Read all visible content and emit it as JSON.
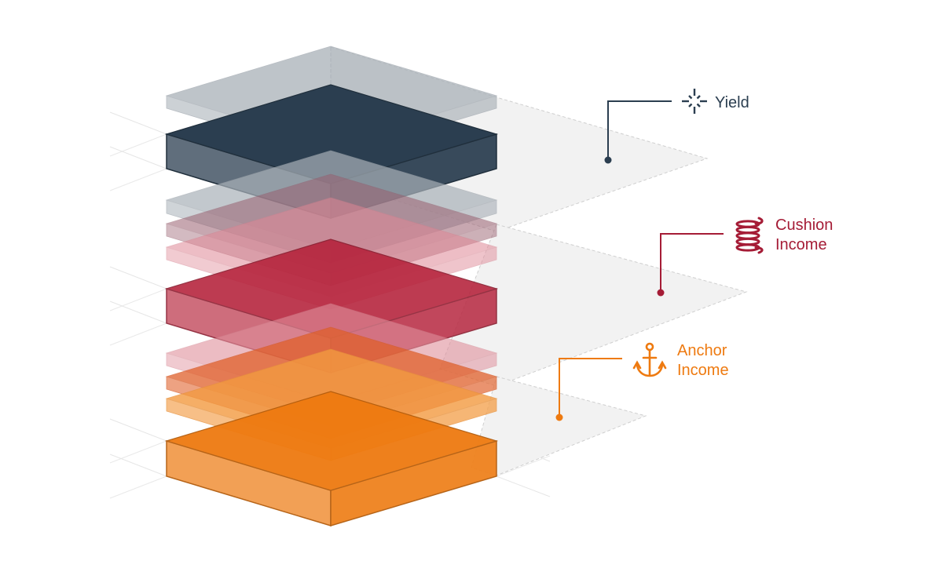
{
  "diagram": {
    "type": "isometric-layer-stack",
    "colors": {
      "yield": "#2b3e50",
      "cushion": "#b5213a",
      "anchor": "#ee7a10",
      "plane": "#f2f2f2",
      "grid": "#e0e0e0"
    },
    "labels": [
      {
        "id": "yield",
        "lines": [
          "Yield"
        ],
        "icon": "sparkle-burst-icon",
        "color": "#2b3e50"
      },
      {
        "id": "cushion",
        "lines": [
          "Cushion",
          "Income"
        ],
        "icon": "spring-coil-icon",
        "color": "#a51c36"
      },
      {
        "id": "anchor",
        "lines": [
          "Anchor",
          "Income"
        ],
        "icon": "anchor-icon",
        "color": "#ee7a10"
      }
    ],
    "layers": [
      {
        "id": "ghost-top",
        "group": "yield",
        "kind": "thin",
        "fill": "#a9b1b8",
        "opacity": 0.75
      },
      {
        "id": "yield-main",
        "group": "yield",
        "kind": "main",
        "fill": "#2b3e50",
        "opacity": 1
      },
      {
        "id": "ghost-grey",
        "group": "yield",
        "kind": "thin",
        "fill": "#a9b1b8",
        "opacity": 0.7
      },
      {
        "id": "ghost-mauve",
        "group": "cushion",
        "kind": "thin",
        "fill": "#9a6070",
        "opacity": 0.55
      },
      {
        "id": "ghost-pink",
        "group": "cushion",
        "kind": "thin",
        "fill": "#e08896",
        "opacity": 0.55
      },
      {
        "id": "cushion-main",
        "group": "cushion",
        "kind": "main",
        "fill": "#b5213a",
        "opacity": 0.88
      },
      {
        "id": "ghost-pink-2",
        "group": "anchor",
        "kind": "thin",
        "fill": "#e0909c",
        "opacity": 0.6
      },
      {
        "id": "ghost-orange-red",
        "group": "anchor",
        "kind": "thin",
        "fill": "#e0602a",
        "opacity": 0.75
      },
      {
        "id": "ghost-light-orange",
        "group": "anchor",
        "kind": "thin",
        "fill": "#f39a40",
        "opacity": 0.8
      },
      {
        "id": "anchor-main",
        "group": "anchor",
        "kind": "main",
        "fill": "#ee7a10",
        "opacity": 0.95
      }
    ]
  }
}
